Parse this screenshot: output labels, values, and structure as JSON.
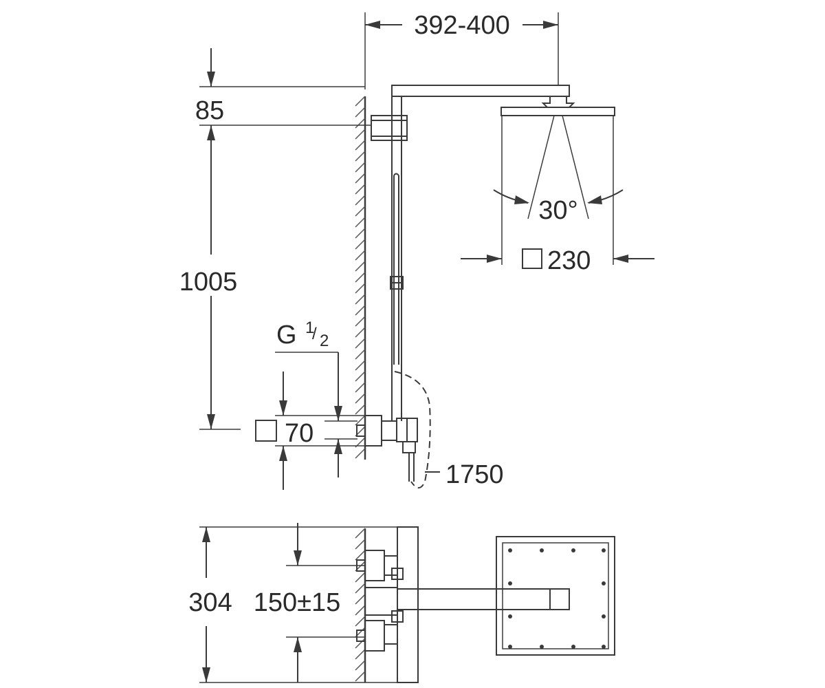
{
  "dimensions": {
    "arm_length": "392-400",
    "top_offset": "85",
    "height": "1005",
    "thread": {
      "main": "G",
      "num": "1",
      "den": "2"
    },
    "valve_square": "70",
    "spray_angle": "30°",
    "head_square": "230",
    "hose_length": "1750",
    "depth": "304",
    "centers": "150±15"
  },
  "colors": {
    "line": "#3a3a3a",
    "text": "#2a2a2a",
    "background": "#ffffff"
  }
}
